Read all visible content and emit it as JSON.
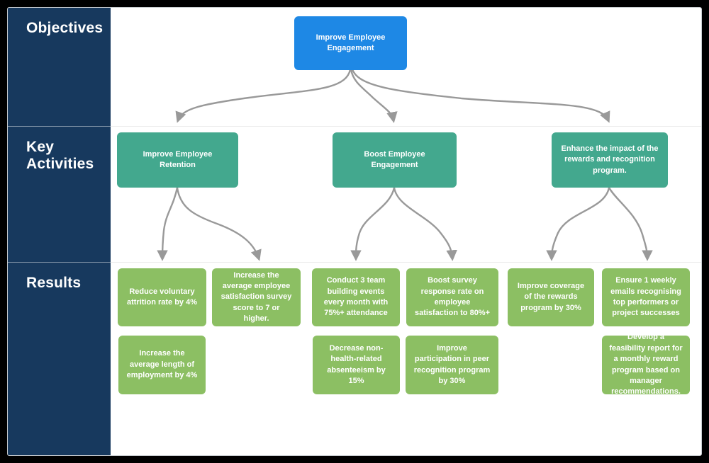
{
  "colors": {
    "background": "#000000",
    "page": "#ffffff",
    "sidebar": "#17395E",
    "objective_box": "#1E88E5",
    "activity_box": "#43A88E",
    "result_box": "#8CBF63",
    "arrow": "#999999"
  },
  "sidebar": {
    "rows": [
      {
        "label": "Objectives"
      },
      {
        "label": "Key Activities"
      },
      {
        "label": "Results"
      }
    ]
  },
  "diagram": {
    "objective": {
      "label": "Improve Employee Engagement"
    },
    "activities": [
      {
        "label": "Improve Employee Retention"
      },
      {
        "label": "Boost Employee Engagement"
      },
      {
        "label": "Enhance the impact of the rewards and recognition program."
      }
    ],
    "results": [
      {
        "label": "Reduce voluntary attrition rate by 4%"
      },
      {
        "label": "Increase the average employee satisfaction survey score to 7 or higher."
      },
      {
        "label": "Conduct 3 team building events every month with 75%+ attendance"
      },
      {
        "label": "Boost survey response rate on employee satisfaction to 80%+"
      },
      {
        "label": "Improve coverage of the rewards program by 30%"
      },
      {
        "label": "Ensure 1 weekly emails recognising top performers or project successes"
      },
      {
        "label": "Increase the average length of employment by 4%"
      },
      {
        "label": "Decrease non-health-related absenteeism by 15%"
      },
      {
        "label": "Improve participation in peer recognition program by 30%"
      },
      {
        "label": "Develop a feasibility report for a monthly reward program based on manager recommendations."
      }
    ]
  }
}
